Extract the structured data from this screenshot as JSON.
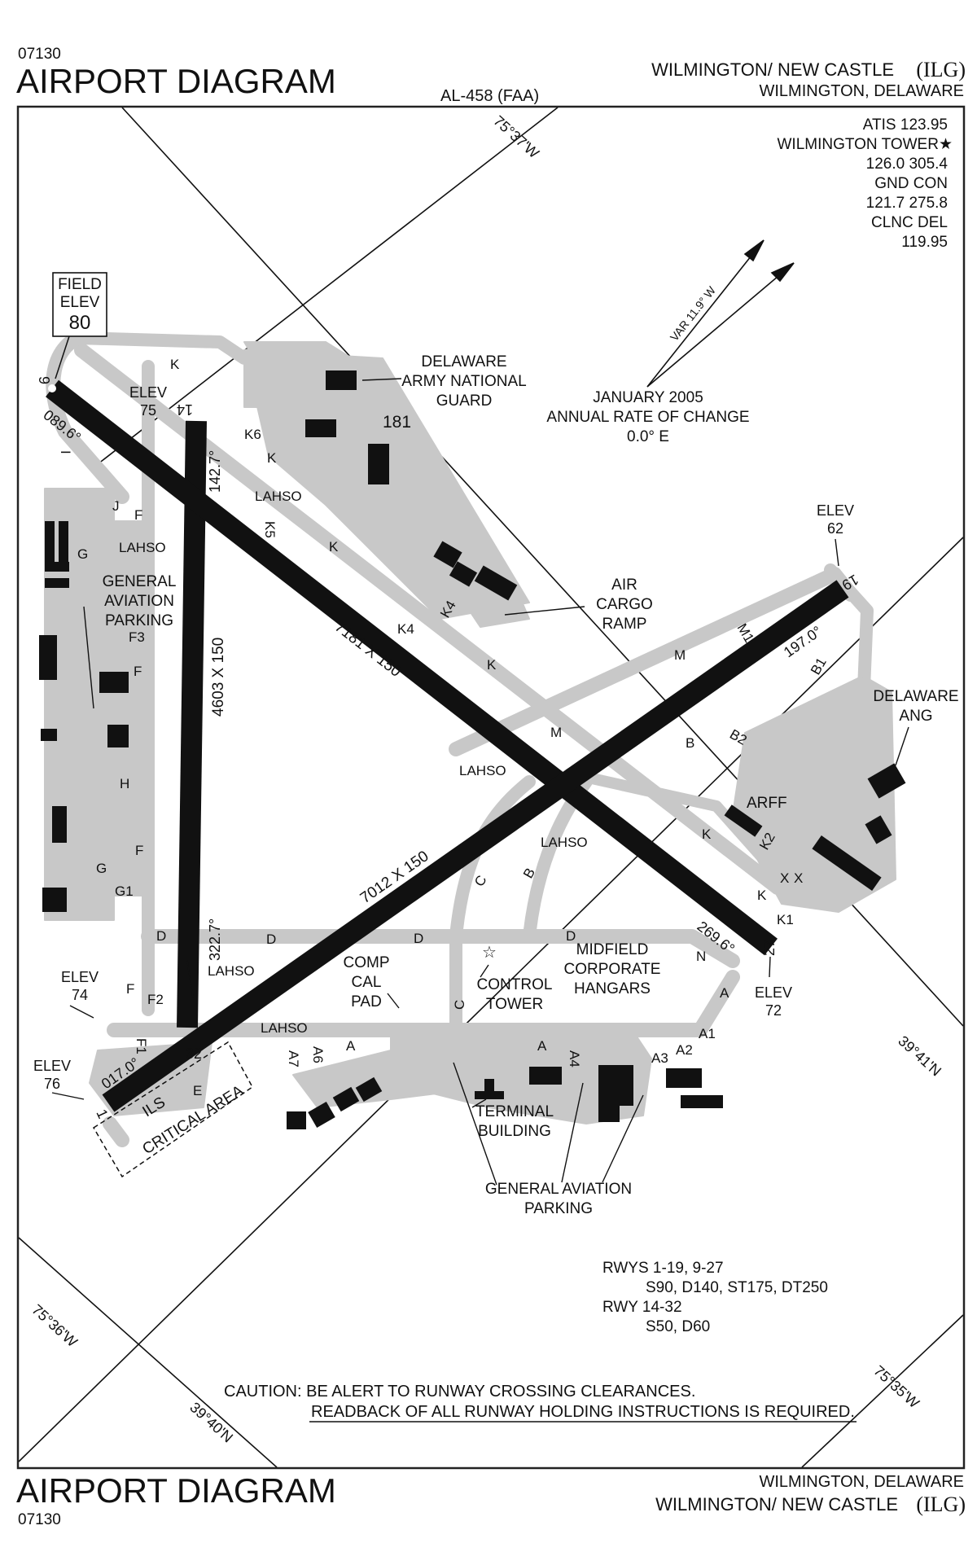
{
  "header": {
    "volume_code": "07130",
    "title": "AIRPORT DIAGRAM",
    "chart_id": "AL-458 (FAA)",
    "airport_name": "WILMINGTON/ NEW CASTLE",
    "airport_id": "(ILG)",
    "city_state": "WILMINGTON, DELAWARE"
  },
  "footer": {
    "title": "AIRPORT DIAGRAM",
    "volume_code": "07130",
    "city_state": "WILMINGTON, DELAWARE",
    "airport_name": "WILMINGTON/ NEW CASTLE",
    "airport_id": "(ILG)"
  },
  "frequencies": [
    "ATIS 123.95",
    "WILMINGTON TOWER★",
    "126.0 305.4",
    "GND CON",
    "121.7 275.8",
    "CLNC DEL",
    "119.95"
  ],
  "magnetic": {
    "variation": "VAR 11.9° W",
    "date": "JANUARY 2005",
    "rate_label": "ANNUAL RATE OF CHANGE",
    "rate": "0.0° E"
  },
  "field_elev": {
    "label1": "FIELD",
    "label2": "ELEV",
    "value": "80"
  },
  "runways": [
    {
      "id": "rwy-14-32",
      "dims": "4603 X 150",
      "ends": [
        "14",
        "32"
      ],
      "elevs": [
        "75",
        "74"
      ],
      "headings": [
        "142.7°",
        "322.7°"
      ]
    },
    {
      "id": "rwy-9-27",
      "dims": "7181 X 150",
      "ends": [
        "9",
        "27"
      ],
      "elevs": [
        "",
        "72"
      ],
      "headings": [
        "089.6°",
        "269.6°"
      ]
    },
    {
      "id": "rwy-1-19",
      "dims": "7012 X 150",
      "ends": [
        "1",
        "19"
      ],
      "elevs": [
        "76",
        "62"
      ],
      "headings": [
        "017.0°",
        "197.0°"
      ]
    }
  ],
  "elev_label": "ELEV",
  "taxiways": [
    "K",
    "K6",
    "K",
    "K5",
    "K",
    "K4",
    "K4",
    "K",
    "M",
    "M1",
    "B1",
    "B2",
    "B",
    "K",
    "K2",
    "K",
    "K1",
    "X",
    "X",
    "N",
    "A",
    "A1",
    "A2",
    "A3",
    "A4",
    "A",
    "A",
    "A6",
    "A7",
    "D",
    "D",
    "D",
    "D",
    "C",
    "C",
    "B",
    "J",
    "F",
    "G",
    "F3",
    "F",
    "H",
    "F",
    "G",
    "G1",
    "F",
    "F2",
    "F1",
    "E",
    "I"
  ],
  "labels": {
    "lahso": "LAHSO",
    "guard": [
      "DELAWARE",
      "ARMY NATIONAL",
      "GUARD"
    ],
    "obstacle": "181",
    "cargo": [
      "AIR",
      "CARGO",
      "RAMP"
    ],
    "ga_parking_west": [
      "GENERAL",
      "AVIATION",
      "PARKING"
    ],
    "delaware_ang": [
      "DELAWARE",
      "ANG"
    ],
    "arff": "ARFF",
    "compcal": [
      "COMP",
      "CAL",
      "PAD"
    ],
    "tower": [
      "CONTROL",
      "TOWER"
    ],
    "midfield": [
      "MIDFIELD",
      "CORPORATE",
      "HANGARS"
    ],
    "terminal": [
      "TERMINAL",
      "BUILDING"
    ],
    "ga_parking_south": [
      "GENERAL AVIATION",
      "PARKING"
    ],
    "ils": "ILS",
    "critical": "CRITICAL AREA"
  },
  "coords": {
    "lon_top": "75°37'W",
    "lon_left": "75°36'W",
    "lon_right": "75°35'W",
    "lat_right": "39°41'N",
    "lat_bottom": "39°40'N"
  },
  "bearing": {
    "line1": "RWYS 1-19, 9-27",
    "line2": "S90, D140, ST175, DT250",
    "line3": "RWY 14-32",
    "line4": "S50, D60"
  },
  "caution": {
    "line1": "CAUTION: BE ALERT TO RUNWAY CROSSING CLEARANCES.",
    "line2": "READBACK OF ALL RUNWAY HOLDING INSTRUCTIONS IS REQUIRED."
  },
  "colors": {
    "pavement": "#c8c8c8",
    "runway": "#111111",
    "building": "#111111",
    "frame": "#222222"
  }
}
